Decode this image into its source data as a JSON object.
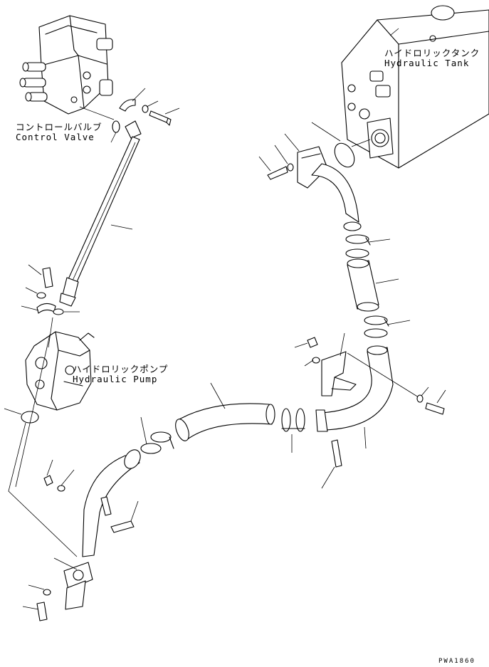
{
  "labels": {
    "control_valve": {
      "jp": "コントロールバルブ",
      "en": "Control Valve"
    },
    "hydraulic_tank": {
      "jp": "ハイドロリックタンク",
      "en": "Hydraulic Tank"
    },
    "hydraulic_pump": {
      "jp": "ハイドロリックポンプ",
      "en": "Hydraulic Pump"
    }
  },
  "drawing_code": "PWA1860"
}
